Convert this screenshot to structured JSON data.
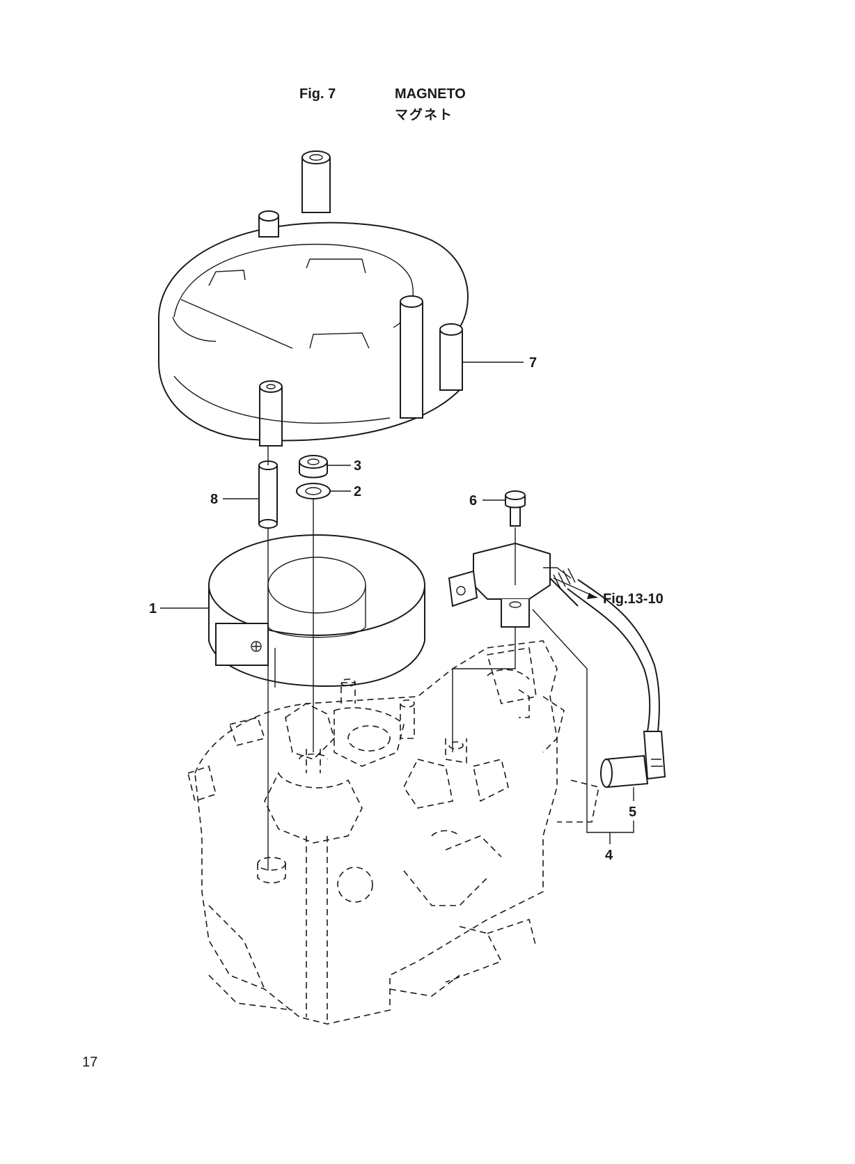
{
  "header": {
    "fig_label": "Fig. 7",
    "title_en": "MAGNETO",
    "title_jp": "マグネト"
  },
  "callouts": {
    "c1": "1",
    "c2": "2",
    "c3": "3",
    "c4": "4",
    "c5": "5",
    "c6": "6",
    "c7": "7",
    "c8": "8",
    "ref": "Fig.13-10"
  },
  "footer": {
    "page_number": "17"
  }
}
